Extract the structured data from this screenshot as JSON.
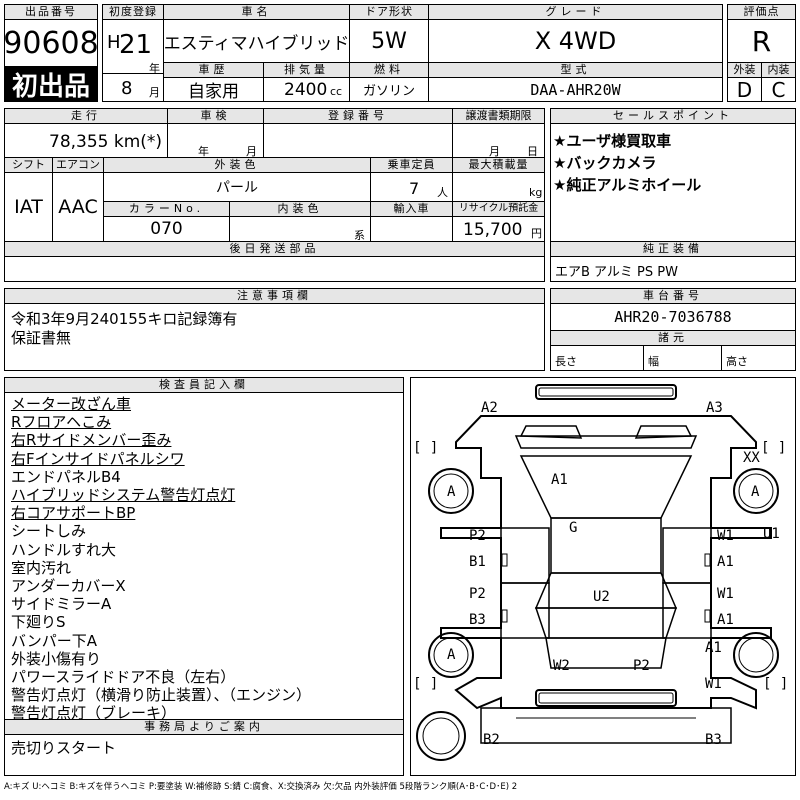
{
  "header": {
    "lot_no_label": "出品番号",
    "lot_no": "90608",
    "first_listing": "初出品",
    "first_reg_label": "初度登録",
    "era": "H",
    "year": "21",
    "year_unit": "年",
    "month": "8",
    "month_unit": "月",
    "name_label": "車名",
    "name": "エスティマハイブリッド",
    "door_label": "ドア形状",
    "door": "5W",
    "grade_label": "グレード",
    "grade": "X 4WD",
    "score_label": "評価点",
    "score": "R",
    "history_label": "車歴",
    "history": "自家用",
    "displacement_label": "排気量",
    "displacement": "2400",
    "cc_unit": "cc",
    "fuel_label": "燃料",
    "fuel": "ガソリン",
    "model_label": "型式",
    "model": "DAA-AHR20W",
    "ext_label": "外装",
    "ext": "D",
    "int_label": "内装",
    "int": "C"
  },
  "row2": {
    "mileage_label": "走行",
    "mileage": "78,355 km(*)",
    "inspection_label": "車検",
    "year_unit": "年",
    "month_unit": "月",
    "regno_label": "登録番号",
    "transfer_label": "譲渡書類期限",
    "day_unit": "日",
    "sales_label": "セールスポイント",
    "sales_points": [
      "★ユーザ様買取車",
      "★バックカメラ",
      "★純正アルミホイール"
    ],
    "shift_label": "シフト",
    "shift": "IAT",
    "ac_label": "エアコン",
    "ac": "AAC",
    "ext_color_label": "外装色",
    "ext_color": "パール",
    "capacity_label": "乗車定員",
    "capacity": "7",
    "capacity_unit": "人",
    "maxload_label": "最大積載量",
    "kg_unit": "kg",
    "color_no_label": "カラーNo.",
    "color_no": "070",
    "int_color_label": "内装色",
    "int_color_unit": "系",
    "import_label": "輸入車",
    "recycle_label": "リサイクル預託金",
    "recycle": "15,700",
    "yen_unit": "円",
    "later_parts_label": "後日発送部品",
    "equip_label": "純正装備",
    "equip": "エアB アルミ PS PW"
  },
  "notes": {
    "label": "注意事項欄",
    "lines": [
      "令和3年9月240155キロ記録簿有",
      "保証書無"
    ],
    "chassis_label": "車台番号",
    "chassis": "AHR20-7036788",
    "dims_label": "諸元",
    "length_label": "長さ",
    "width_label": "幅",
    "height_label": "高さ"
  },
  "inspector": {
    "label": "検査員記入欄",
    "items": [
      {
        "text": "メーター改ざん車",
        "u": true
      },
      {
        "text": "Rフロアヘこみ",
        "u": true
      },
      {
        "text": "右Rサイドメンバー歪み",
        "u": true
      },
      {
        "text": "右Fインサイドパネルシワ",
        "u": true
      },
      {
        "text": "エンドパネルB4",
        "u": false
      },
      {
        "text": "ハイブリッドシステム警告灯点灯",
        "u": true
      },
      {
        "text": "右コアサポートBP",
        "u": true
      },
      {
        "text": "シートしみ",
        "u": false
      },
      {
        "text": "ハンドルすれ大",
        "u": false
      },
      {
        "text": "室内汚れ",
        "u": false
      },
      {
        "text": "アンダーカバーX",
        "u": false
      },
      {
        "text": "サイドミラーA",
        "u": false
      },
      {
        "text": "下廻りS",
        "u": false
      },
      {
        "text": "バンパー下A",
        "u": false
      },
      {
        "text": "外装小傷有り",
        "u": false
      },
      {
        "text": "パワースライドドア不良（左右）",
        "u": false
      },
      {
        "text": "警告灯点灯（横滑り防止装置）、（エンジン）",
        "u": false
      },
      {
        "text": "警告灯点灯（ブレーキ）",
        "u": true
      }
    ]
  },
  "office": {
    "label": "事務局よりご案内",
    "text": "売切りスタート"
  },
  "diagram": {
    "labels": {
      "a2": "A2",
      "a3": "A3",
      "xx": "XX",
      "a1_hood": "A1",
      "a_fl": "A",
      "a_fr": "A",
      "g": "G",
      "p2_l1": "P2",
      "b1": "B1",
      "w1_r1": "W1",
      "a1_r1": "A1",
      "u1": "U1",
      "p2_l2": "P2",
      "b3": "B3",
      "w1_r2": "W1",
      "a1_r2": "A1",
      "u2": "U2",
      "a_rl": "A",
      "w2": "W2",
      "p2_rear": "P2",
      "a1_rr": "A1",
      "w1_rr": "W1",
      "b2": "B2",
      "b3_rear": "B3",
      "bracket_l1": "[ ]",
      "bracket_r1": "[ ]",
      "bracket_l2": "[ ]",
      "bracket_r2": "[ ]"
    }
  },
  "legend": "A:キズ U:ヘコミ B:キズを伴うヘコミ P:要塗装 W:補修跡 S:錆 C:腐食、X:交換済み 欠:欠品 内外装評価 5段階ランク順(A･B･C･D･E) 2"
}
